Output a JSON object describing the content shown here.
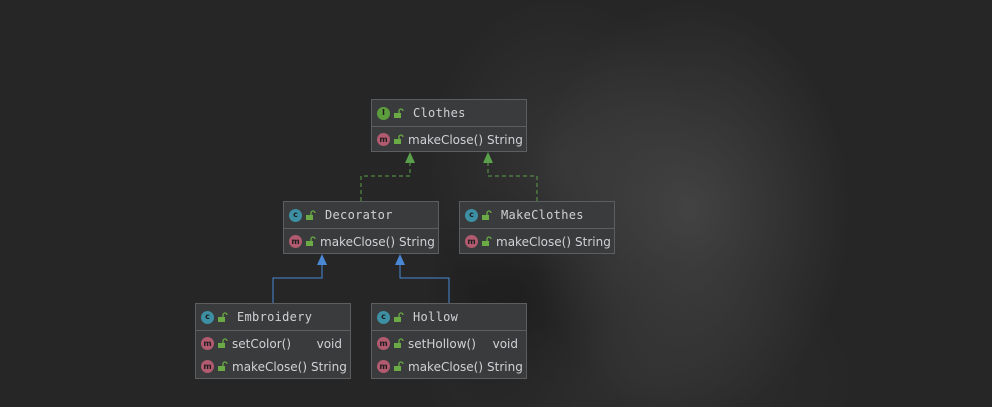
{
  "colors": {
    "background": "#262626",
    "box": "#3a3b3c",
    "box_border": "#5d5e5f",
    "text": "#cfd2d4",
    "realization_edge": "#5aa04a",
    "inheritance_edge": "#4a88d6",
    "class_badge": "#3d8fa3",
    "interface_badge": "#5c9e3e",
    "method_badge": "#b25a6f"
  },
  "nodes": {
    "clothes": {
      "kind": "interface",
      "badge": "I",
      "name": "Clothes",
      "methods": [
        {
          "badge": "m",
          "name": "makeClose()",
          "type": "String"
        }
      ]
    },
    "decorator": {
      "kind": "class",
      "badge": "c",
      "name": "Decorator",
      "methods": [
        {
          "badge": "m",
          "name": "makeClose()",
          "type": "String"
        }
      ]
    },
    "makeclothes": {
      "kind": "class",
      "badge": "c",
      "name": "MakeClothes",
      "methods": [
        {
          "badge": "m",
          "name": "makeClose()",
          "type": "String"
        }
      ]
    },
    "embroidery": {
      "kind": "class",
      "badge": "c",
      "name": "Embroidery",
      "methods": [
        {
          "badge": "m",
          "name": "setColor()",
          "type": "void"
        },
        {
          "badge": "m",
          "name": "makeClose()",
          "type": "String"
        }
      ]
    },
    "hollow": {
      "kind": "class",
      "badge": "c",
      "name": "Hollow",
      "methods": [
        {
          "badge": "m",
          "name": "setHollow()",
          "type": "void"
        },
        {
          "badge": "m",
          "name": "makeClose()",
          "type": "String"
        }
      ]
    }
  },
  "edges": [
    {
      "from": "decorator",
      "to": "clothes",
      "style": "dashed",
      "kind": "realization"
    },
    {
      "from": "makeclothes",
      "to": "clothes",
      "style": "dashed",
      "kind": "realization"
    },
    {
      "from": "embroidery",
      "to": "decorator",
      "style": "solid",
      "kind": "inheritance"
    },
    {
      "from": "hollow",
      "to": "decorator",
      "style": "solid",
      "kind": "inheritance"
    }
  ]
}
